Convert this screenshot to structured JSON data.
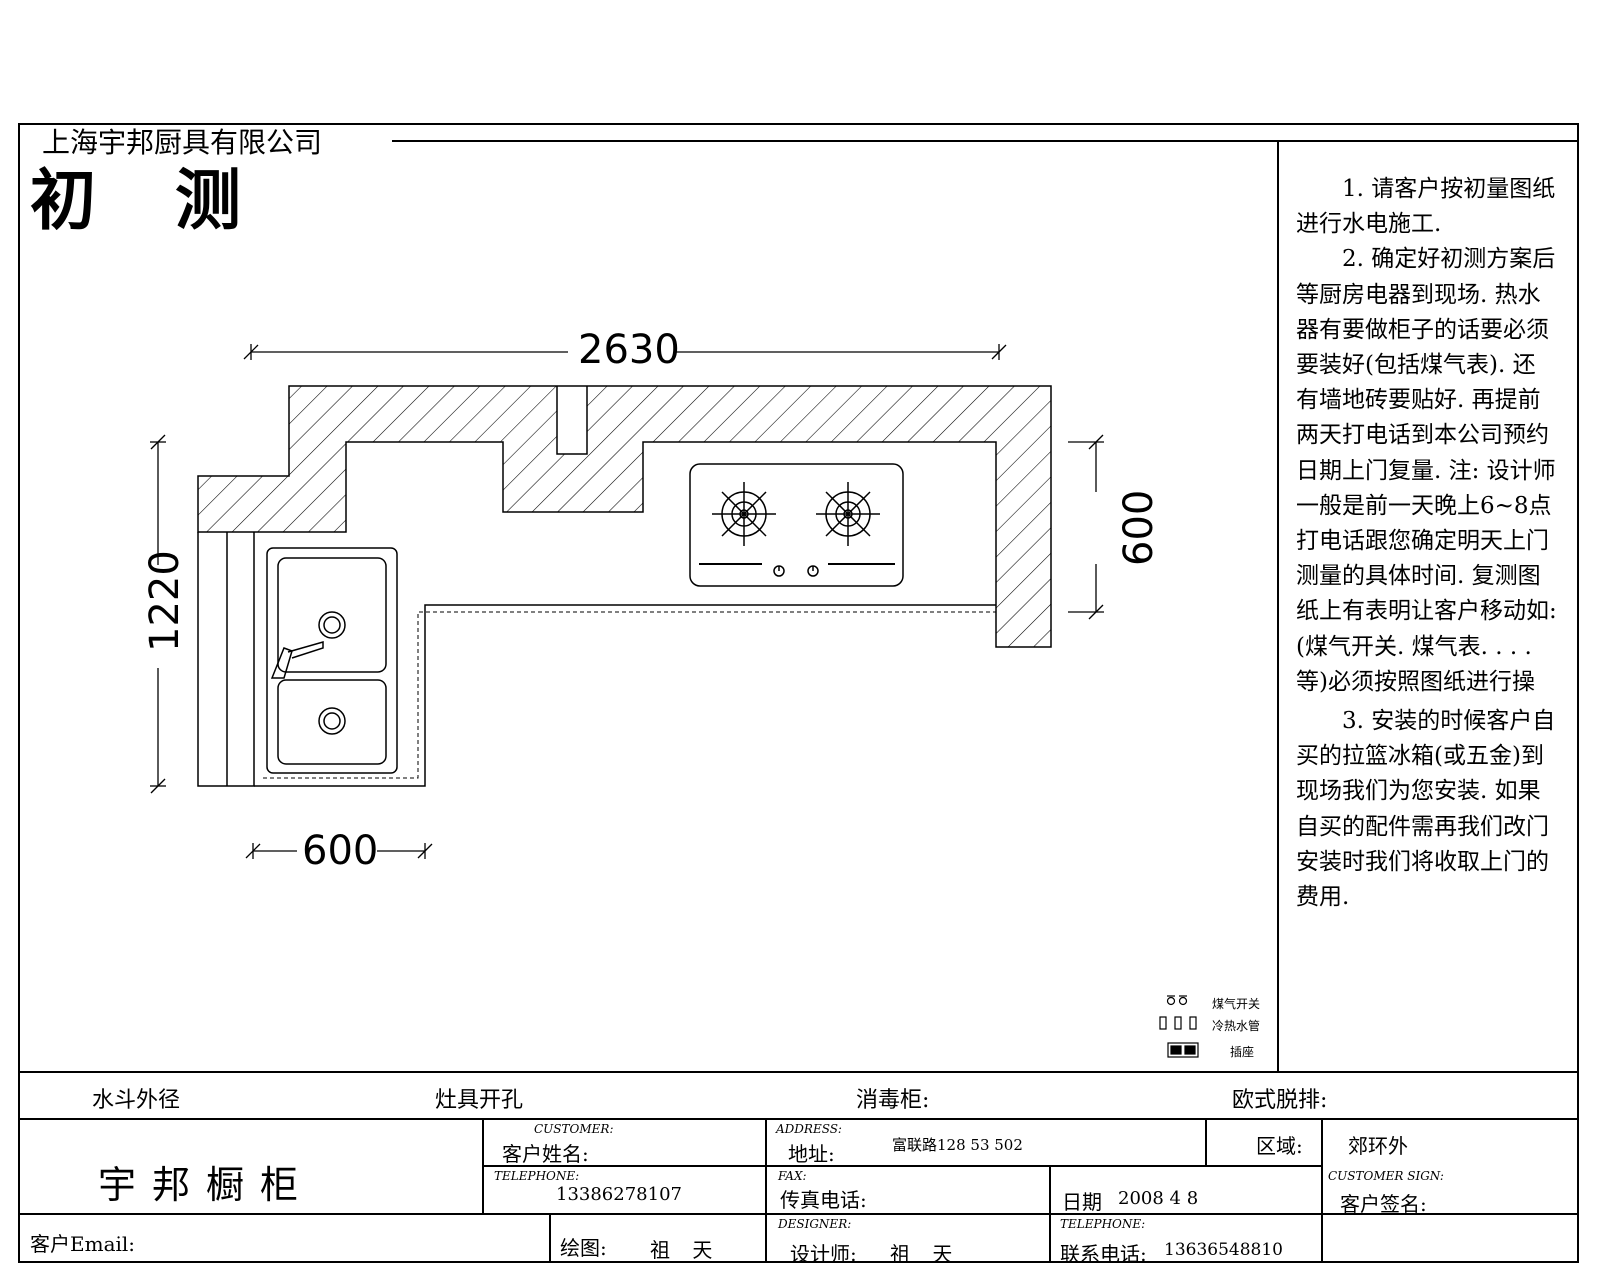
{
  "header": {
    "company": "上海宇邦厨具有限公司",
    "title": "初 测"
  },
  "dimensions": {
    "top_width": "2630",
    "left_height": "1220",
    "right_depth": "600",
    "bottom_width": "600"
  },
  "notes": [
    "1. 请客户按初量图纸进行水电施工.",
    "2. 确定好初测方案后等厨房电器到现场. 热水器有要做柜子的话要必须要装好(包括煤气表). 还有墙地砖要贴好. 再提前两天打电话到本公司预约日期上门复量. 注: 设计师一般是前一天晚上6~8点打电话跟您确定明天上门测量的具体时间. 复测图纸上有表明让客户移动如: (煤气开关. 煤气表. . . . 等)必须按照图纸进行操",
    "3. 安装的时候客户自买的拉篮冰箱(或五金)到现场我们为您安装. 如果自买的配件需再我们改门安装时我们将收取上门的费用."
  ],
  "legend": {
    "gas_switch": "煤气开关",
    "water_pipe": "冷热水管",
    "socket": "插座"
  },
  "row1": {
    "sink": "水斗外径",
    "stove": "灶具开孔",
    "sterilizer": "消毒柜:",
    "hood": "欧式脱排:"
  },
  "info": {
    "brand": "宇邦橱柜",
    "customer_en": "CUSTOMER:",
    "customer_label": "客户姓名:",
    "address_en": "ADDRESS:",
    "address_label": "地址:",
    "address_value": "富联路128 53 502",
    "area_label": "区域:",
    "area_value": "郊环外",
    "telephone_en": "TELEPHONE:",
    "telephone_value": "13386278107",
    "fax_en": "FAX:",
    "fax_label": "传真电话:",
    "date_label": "日期",
    "date_value": "2008 4 8",
    "customer_sign_en": "CUSTOMER SIGN:",
    "customer_sign_label": "客户签名:",
    "email_label": "客户Email:",
    "drawing_label": "绘图:",
    "drawing_value": "祖 天",
    "designer_en": "DESIGNER:",
    "designer_label": "设计师:",
    "designer_value": "祖 天",
    "phone2_en": "TELEPHONE:",
    "phone2_label": "联系电话:",
    "phone2_value": "13636548810"
  }
}
